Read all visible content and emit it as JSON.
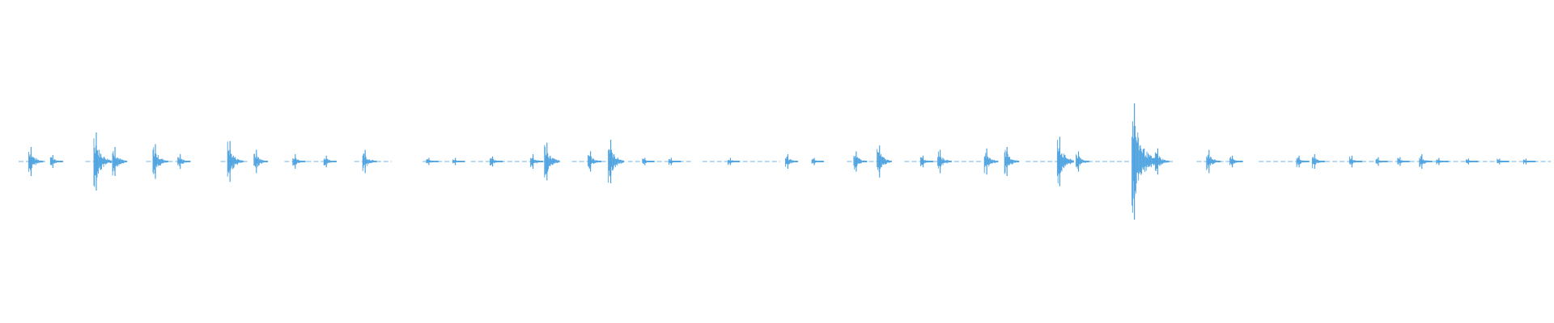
{
  "waveform": {
    "color": "#4fa3e0",
    "segments": [
      [
        0.012,
        0.03
      ],
      [
        0.055,
        0.075
      ],
      [
        0.094,
        0.115
      ],
      [
        0.142,
        0.16
      ],
      [
        0.183,
        0.208
      ],
      [
        0.228,
        0.252
      ],
      [
        0.272,
        0.292
      ],
      [
        0.303,
        0.358
      ],
      [
        0.368,
        0.394
      ],
      [
        0.404,
        0.445
      ],
      [
        0.452,
        0.472
      ],
      [
        0.478,
        0.502
      ],
      [
        0.545,
        0.572
      ],
      [
        0.582,
        0.605
      ],
      [
        0.614,
        0.632
      ],
      [
        0.66,
        0.69
      ],
      [
        0.7,
        0.755
      ],
      [
        0.77,
        0.8
      ],
      [
        0.81,
        0.84
      ],
      [
        0.848,
        0.885
      ],
      [
        0.893,
        0.998
      ]
    ],
    "bursts": [
      {
        "t": 0.02,
        "amp": 0.2
      },
      {
        "t": 0.034,
        "amp": 0.09
      },
      {
        "t": 0.062,
        "amp": 0.4
      },
      {
        "t": 0.074,
        "amp": 0.2
      },
      {
        "t": 0.1,
        "amp": 0.24
      },
      {
        "t": 0.116,
        "amp": 0.1
      },
      {
        "t": 0.148,
        "amp": 0.28
      },
      {
        "t": 0.165,
        "amp": 0.16
      },
      {
        "t": 0.19,
        "amp": 0.1
      },
      {
        "t": 0.21,
        "amp": 0.08
      },
      {
        "t": 0.235,
        "amp": 0.16
      },
      {
        "t": 0.276,
        "amp": 0.05
      },
      {
        "t": 0.293,
        "amp": 0.05
      },
      {
        "t": 0.317,
        "amp": 0.07
      },
      {
        "t": 0.343,
        "amp": 0.1
      },
      {
        "t": 0.352,
        "amp": 0.26
      },
      {
        "t": 0.38,
        "amp": 0.14
      },
      {
        "t": 0.393,
        "amp": 0.3
      },
      {
        "t": 0.415,
        "amp": 0.05
      },
      {
        "t": 0.432,
        "amp": 0.05
      },
      {
        "t": 0.47,
        "amp": 0.05
      },
      {
        "t": 0.507,
        "amp": 0.1
      },
      {
        "t": 0.524,
        "amp": 0.05
      },
      {
        "t": 0.551,
        "amp": 0.14
      },
      {
        "t": 0.566,
        "amp": 0.22
      },
      {
        "t": 0.594,
        "amp": 0.08
      },
      {
        "t": 0.605,
        "amp": 0.16
      },
      {
        "t": 0.635,
        "amp": 0.18
      },
      {
        "t": 0.648,
        "amp": 0.2
      },
      {
        "t": 0.682,
        "amp": 0.34
      },
      {
        "t": 0.694,
        "amp": 0.14
      },
      {
        "t": 0.73,
        "amp": 0.8
      },
      {
        "t": 0.745,
        "amp": 0.18
      },
      {
        "t": 0.778,
        "amp": 0.16
      },
      {
        "t": 0.793,
        "amp": 0.08
      },
      {
        "t": 0.836,
        "amp": 0.08
      },
      {
        "t": 0.846,
        "amp": 0.1
      },
      {
        "t": 0.87,
        "amp": 0.08
      },
      {
        "t": 0.887,
        "amp": 0.06
      },
      {
        "t": 0.901,
        "amp": 0.06
      },
      {
        "t": 0.915,
        "amp": 0.1
      },
      {
        "t": 0.926,
        "amp": 0.05
      },
      {
        "t": 0.945,
        "amp": 0.04
      },
      {
        "t": 0.965,
        "amp": 0.04
      },
      {
        "t": 0.982,
        "amp": 0.04
      }
    ]
  }
}
